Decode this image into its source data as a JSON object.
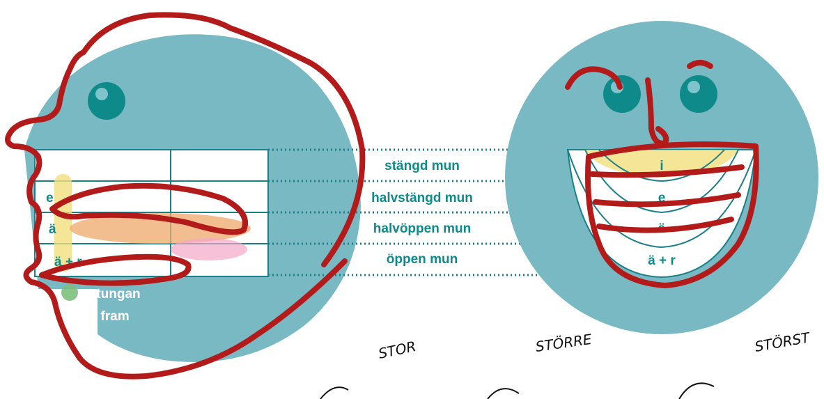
{
  "colors": {
    "face": "#78b9c4",
    "eye": "#0e8a8a",
    "line": "#1a7f87",
    "label": "#0e8a8a",
    "annotation": "#b31b1b"
  },
  "side_face": {
    "rows": [
      "e",
      "ä",
      "ä + r"
    ],
    "tongue_label_1": "tungan",
    "tongue_label_2": "fram"
  },
  "mouth_levels": [
    "stängd mun",
    "halvstängd mun",
    "halvöppen mun",
    "öppen mun"
  ],
  "front_face": {
    "vowels": [
      "i",
      "e",
      "ä",
      "ä + r"
    ]
  },
  "handwritten": [
    "STOR",
    "STÖRRE",
    "STÖRST"
  ]
}
